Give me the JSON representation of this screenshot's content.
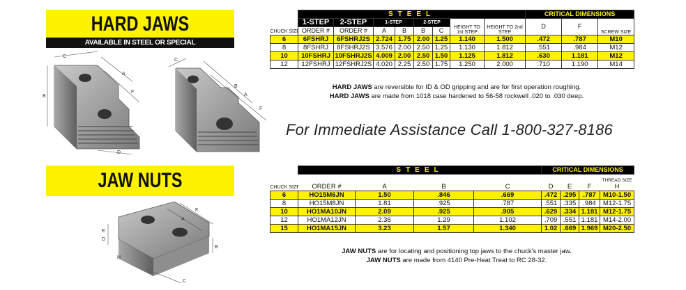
{
  "hard_jaws": {
    "title": "HARD  JAWS",
    "subtitle": "AVAILABLE IN STEEL OR SPECIAL",
    "table": {
      "steel_header": "STEEL",
      "critical_header": "CRITICAL DIMENSIONS",
      "chuck_size_label": "CHUCK SIZE",
      "step1": "1-STEP",
      "step2": "2-STEP",
      "order1": "ORDER #",
      "order2": "ORDER #",
      "substep1": "1-STEP",
      "substep2": "2-STEP",
      "col_a": "A",
      "col_b": "B",
      "col_b2": "B",
      "col_c": "C",
      "height1": "HEIGHT TO 1st STEP",
      "height2": "HEIGHT TO 2nd STEP",
      "col_d": "D",
      "col_f": "F",
      "screw": "SCREW SIZE",
      "rows": [
        {
          "size": "6",
          "o1": "6FSHRJ",
          "o2": "6FSHRJ2S",
          "a": "2.724",
          "b": "1.75",
          "b2": "2.00",
          "c": "1.25",
          "h1": "1.140",
          "h2": "1.500",
          "d": ".472",
          "f": ".787",
          "screw": "M10"
        },
        {
          "size": "8",
          "o1": "8FSHRJ",
          "o2": "8FSHRJ2S",
          "a": "3.576",
          "b": "2.00",
          "b2": "2.50",
          "c": "1.25",
          "h1": "1.130",
          "h2": "1.812",
          "d": ".551",
          "f": ".984",
          "screw": "M12"
        },
        {
          "size": "10",
          "o1": "10FSHRJ",
          "o2": "10FSHRJ2S",
          "a": "4.009",
          "b": "2.00",
          "b2": "2.50",
          "c": "1.50",
          "h1": "1.125",
          "h2": "1.812",
          "d": ".630",
          "f": "1.181",
          "screw": "M12"
        },
        {
          "size": "12",
          "o1": "12FSHRJ",
          "o2": "12FSHRJ2S",
          "a": "4.020",
          "b": "2.25",
          "b2": "2.50",
          "c": "1.75",
          "h1": "1.250",
          "h2": "2.000",
          "d": ".710",
          "f": "1.190",
          "screw": "M14"
        }
      ]
    },
    "desc1_bold": "HARD JAWS",
    "desc1_rest": " are reversible for ID & OD gripping and are for first operation roughing.",
    "desc2_bold": "HARD JAWS",
    "desc2_rest": " are made from 1018 case hardened to 56-58 rockwell .020 to .030 deep."
  },
  "phone_line": "For Immediate Assistance Call 1-800-327-8186",
  "jaw_nuts": {
    "title": "JAW NUTS",
    "table": {
      "steel_header": "STEEL",
      "critical_header": "CRITICAL DIMENSIONS",
      "chuck_size_label": "CHUCK SIZE",
      "order": "ORDER #",
      "col_a": "A",
      "col_b": "B",
      "col_c": "C",
      "col_d": "D",
      "col_e": "E",
      "col_f": "F",
      "thread_label": "THREAD SIZE",
      "col_h": "H",
      "rows": [
        {
          "size": "6",
          "order": "HO15M6JN",
          "a": "1.50",
          "b": ".846",
          "c": ".669",
          "d": ".472",
          "e": ".295",
          "f": ".787",
          "h": "M10-1.50"
        },
        {
          "size": "8",
          "order": "HO15M8JN",
          "a": "1.81",
          "b": ".925",
          "c": ".787",
          "d": ".551",
          "e": ".335",
          "f": ".984",
          "h": "M12-1.75"
        },
        {
          "size": "10",
          "order": "HO1MA10JN",
          "a": "2.09",
          "b": ".925",
          "c": ".905",
          "d": ".629",
          "e": ".334",
          "f": "1.181",
          "h": "M12-1.75"
        },
        {
          "size": "12",
          "order": "HO1MA12JN",
          "a": "2.36",
          "b": "1.29",
          "c": "1.102",
          "d": ".709",
          "e": ".551",
          "f": "1.181",
          "h": "M14-2.00"
        },
        {
          "size": "15",
          "order": "HO1MA15JN",
          "a": "3.23",
          "b": "1.57",
          "c": "1.340",
          "d": "1.02",
          "e": ".669",
          "f": "1.969",
          "h": "M20-2.50"
        }
      ]
    },
    "desc1_bold": "JAW NUTS",
    "desc1_rest": " are for locating and positioning top jaws to the chuck's master jaw.",
    "desc2_bold": "JAW NUTS",
    "desc2_rest": " are made from 4140 Pre-Heat Treat to RC 28-32."
  },
  "diagram_labels": {
    "a": "A",
    "b": "B",
    "c": "C",
    "d": "D",
    "e": "E",
    "f": "F",
    "h": "H"
  },
  "colors": {
    "accent": "#fff200",
    "dark": "#000000"
  }
}
